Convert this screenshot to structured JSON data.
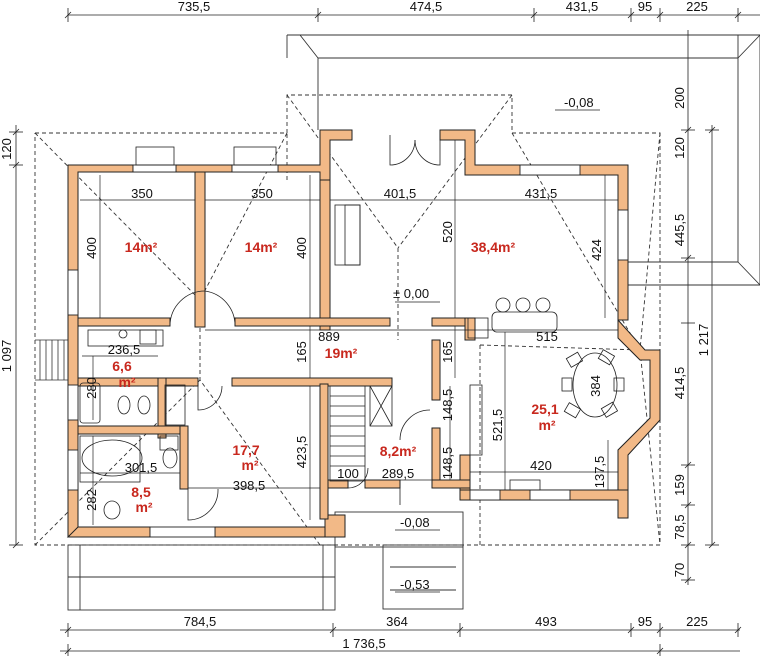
{
  "dims_top": [
    "735,5",
    "474,5",
    "431,5",
    "95",
    "225"
  ],
  "dims_bottom": [
    "784,5",
    "364",
    "493",
    "95",
    "225"
  ],
  "dim_bottom_total": "1 736,5",
  "dims_right": [
    "200",
    "120",
    "445,5",
    "414,5",
    "159",
    "78,5",
    "70"
  ],
  "dim_right_total": "1 217",
  "dim_left_total": "1 097",
  "dim_left_top": "120",
  "levels": {
    "top": "-0,08",
    "center": "± 0,00",
    "entrance": "-0,08",
    "steps": "-0,53"
  },
  "interior_dims": {
    "r1_w": "350",
    "r2_w": "350",
    "r_h1": "400",
    "r_h2": "400",
    "hall_w": "401,5",
    "hall_h": "520",
    "living_w": "431,5",
    "living_h": "424",
    "corr": "889",
    "k1": "515",
    "bath1_w": "236,5",
    "bath1_h": "280",
    "stair_h": "165",
    "stair_h2": "165",
    "dining_d": "384",
    "dining_h": "521,5",
    "dining_h2": "414,5",
    "kit_w": "420",
    "small_h1": "148,5",
    "small_h2": "148,5",
    "small_w": "289,5",
    "d100": "100",
    "bath2_w": "301,5",
    "bath2_h": "282",
    "bed3_w": "398,5",
    "bed3_h": "423,5",
    "r137": "137,5"
  },
  "areas": {
    "room1": "14m²",
    "room2": "14m²",
    "living": "38,4m²",
    "bath1": "6,6",
    "bath1_unit": "m²",
    "hall": "19m²",
    "bed3": "17,7",
    "bed3_unit": "m²",
    "small": "8,2m²",
    "dining": "25,1",
    "dining_unit": "m²",
    "bath2": "8,5",
    "bath2_unit": "m²"
  },
  "colors": {
    "wall": "#f2b987",
    "wall_edge": "#222222",
    "area": "#c8281e"
  }
}
